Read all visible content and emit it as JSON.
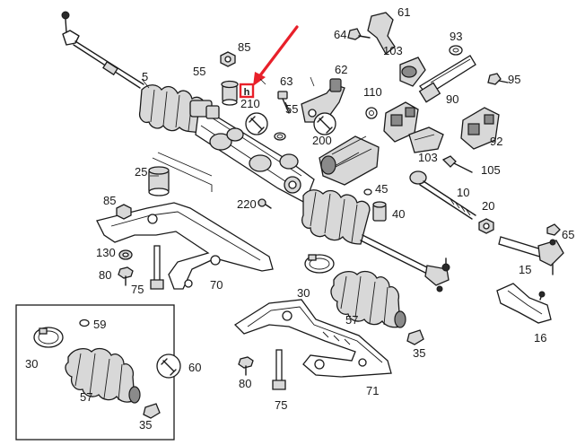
{
  "diagram": {
    "callout_badge_text": "h",
    "accent_color": "#e8202a",
    "labels": [
      "61",
      "64",
      "93",
      "103",
      "85",
      "55",
      "63",
      "62",
      "95",
      "5",
      "210",
      "110",
      "90",
      "55",
      "200",
      "25",
      "103",
      "92",
      "105",
      "10",
      "85",
      "220",
      "45",
      "20",
      "40",
      "65",
      "130",
      "80",
      "75",
      "70",
      "30",
      "15",
      "57",
      "16",
      "59",
      "30",
      "60",
      "35",
      "57",
      "80",
      "71",
      "35",
      "75"
    ]
  }
}
